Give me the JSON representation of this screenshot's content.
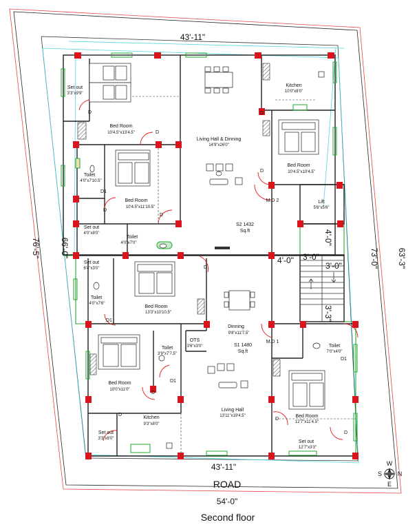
{
  "dimensions": {
    "top_width": "43'-11\"",
    "bottom_width": "43'-11\"",
    "road_width": "54'-0\"",
    "left_outer": "76'-5\"",
    "left_inner": "66'-0\"",
    "right_outer": "73'-0\"",
    "right_inner": "63'-3\"",
    "stair_left": "4'-0\"",
    "stair_top_a": "3'-0\"",
    "stair_top_b": "3'-0\"",
    "stair_side_upper": "4'-0\"",
    "stair_side_lower": "3'-3\""
  },
  "road_label": "ROAD",
  "floor_title": "Second floor",
  "compass": {
    "n": "N",
    "s": "S",
    "e": "E",
    "w": "W"
  },
  "flats": {
    "s2": {
      "name": "S2 1432",
      "area": "Sq.ft"
    },
    "s1": {
      "name": "S1 1480",
      "area": "Sq.ft"
    }
  },
  "rooms": {
    "setout_top": {
      "name": "Set out",
      "size": "3'3\"x9'9\""
    },
    "kitchen_top": {
      "name": "Kitchen",
      "size": "10'0\"x8'0\""
    },
    "bed_top_left": {
      "name": "Bed Room",
      "size": "10'4.5\"x13'4.5\""
    },
    "living_dining_top": {
      "name": "Living Hall & Dinning",
      "size": "14'9\"x26'0\""
    },
    "toilet_top_left": {
      "name": "Toilet",
      "size": "4'0\"x7'10.5\""
    },
    "bed_mid_left": {
      "name": "Bed Room",
      "size": "10'4.5\"x11'10.5\""
    },
    "bed_top_right": {
      "name": "Bed Room",
      "size": "10'4.5\"x10'4.5\""
    },
    "lift": {
      "name": "Lift",
      "size": "5'6\"x5'6\""
    },
    "setout_mid_left": {
      "name": "Set out",
      "size": "4'0\"x8'0\""
    },
    "toilet_mid_left": {
      "name": "Toilet",
      "size": "4'0\"x7'0\""
    },
    "setout_small": {
      "name": "Set out",
      "size": "6'4\"x3'0\""
    },
    "toilet_lower_left": {
      "name": "Toilet",
      "size": "4'0\"x7'6\""
    },
    "bed_lower_mid": {
      "name": "Bed Room",
      "size": "13'3\"x10'10.5\""
    },
    "dining_lower": {
      "name": "Dinning",
      "size": "9'8\"x11'7.5\""
    },
    "toilet_lower_mid": {
      "name": "Toilet",
      "size": "3'9\"x7'7.5\""
    },
    "ots": {
      "name": "OTS",
      "size": "3'6\"x3'0\""
    },
    "toilet_lower_right": {
      "name": "Toilet",
      "size": "7'0\"x4'0\""
    },
    "bed_bottom_left": {
      "name": "Bed Room",
      "size": "10'0\"x11'0\""
    },
    "living_hall_lower": {
      "name": "Living Hall",
      "size": "13'11\"x19'4.5\""
    },
    "bed_bottom_right": {
      "name": "Bed Room",
      "size": "12'7\"x11'4.5\""
    },
    "setout_bottom_left": {
      "name": "Set out",
      "size": "3'3\"x8'0\""
    },
    "kitchen_bottom": {
      "name": "Kitchen",
      "size": "9'3\"x8'0\""
    },
    "setout_bottom_right": {
      "name": "Set out",
      "size": "12'7\"x3'3\""
    }
  },
  "door_tags": {
    "md2": "M.D 2",
    "md1": "M.D 1",
    "d": "D",
    "d1": "D1"
  }
}
